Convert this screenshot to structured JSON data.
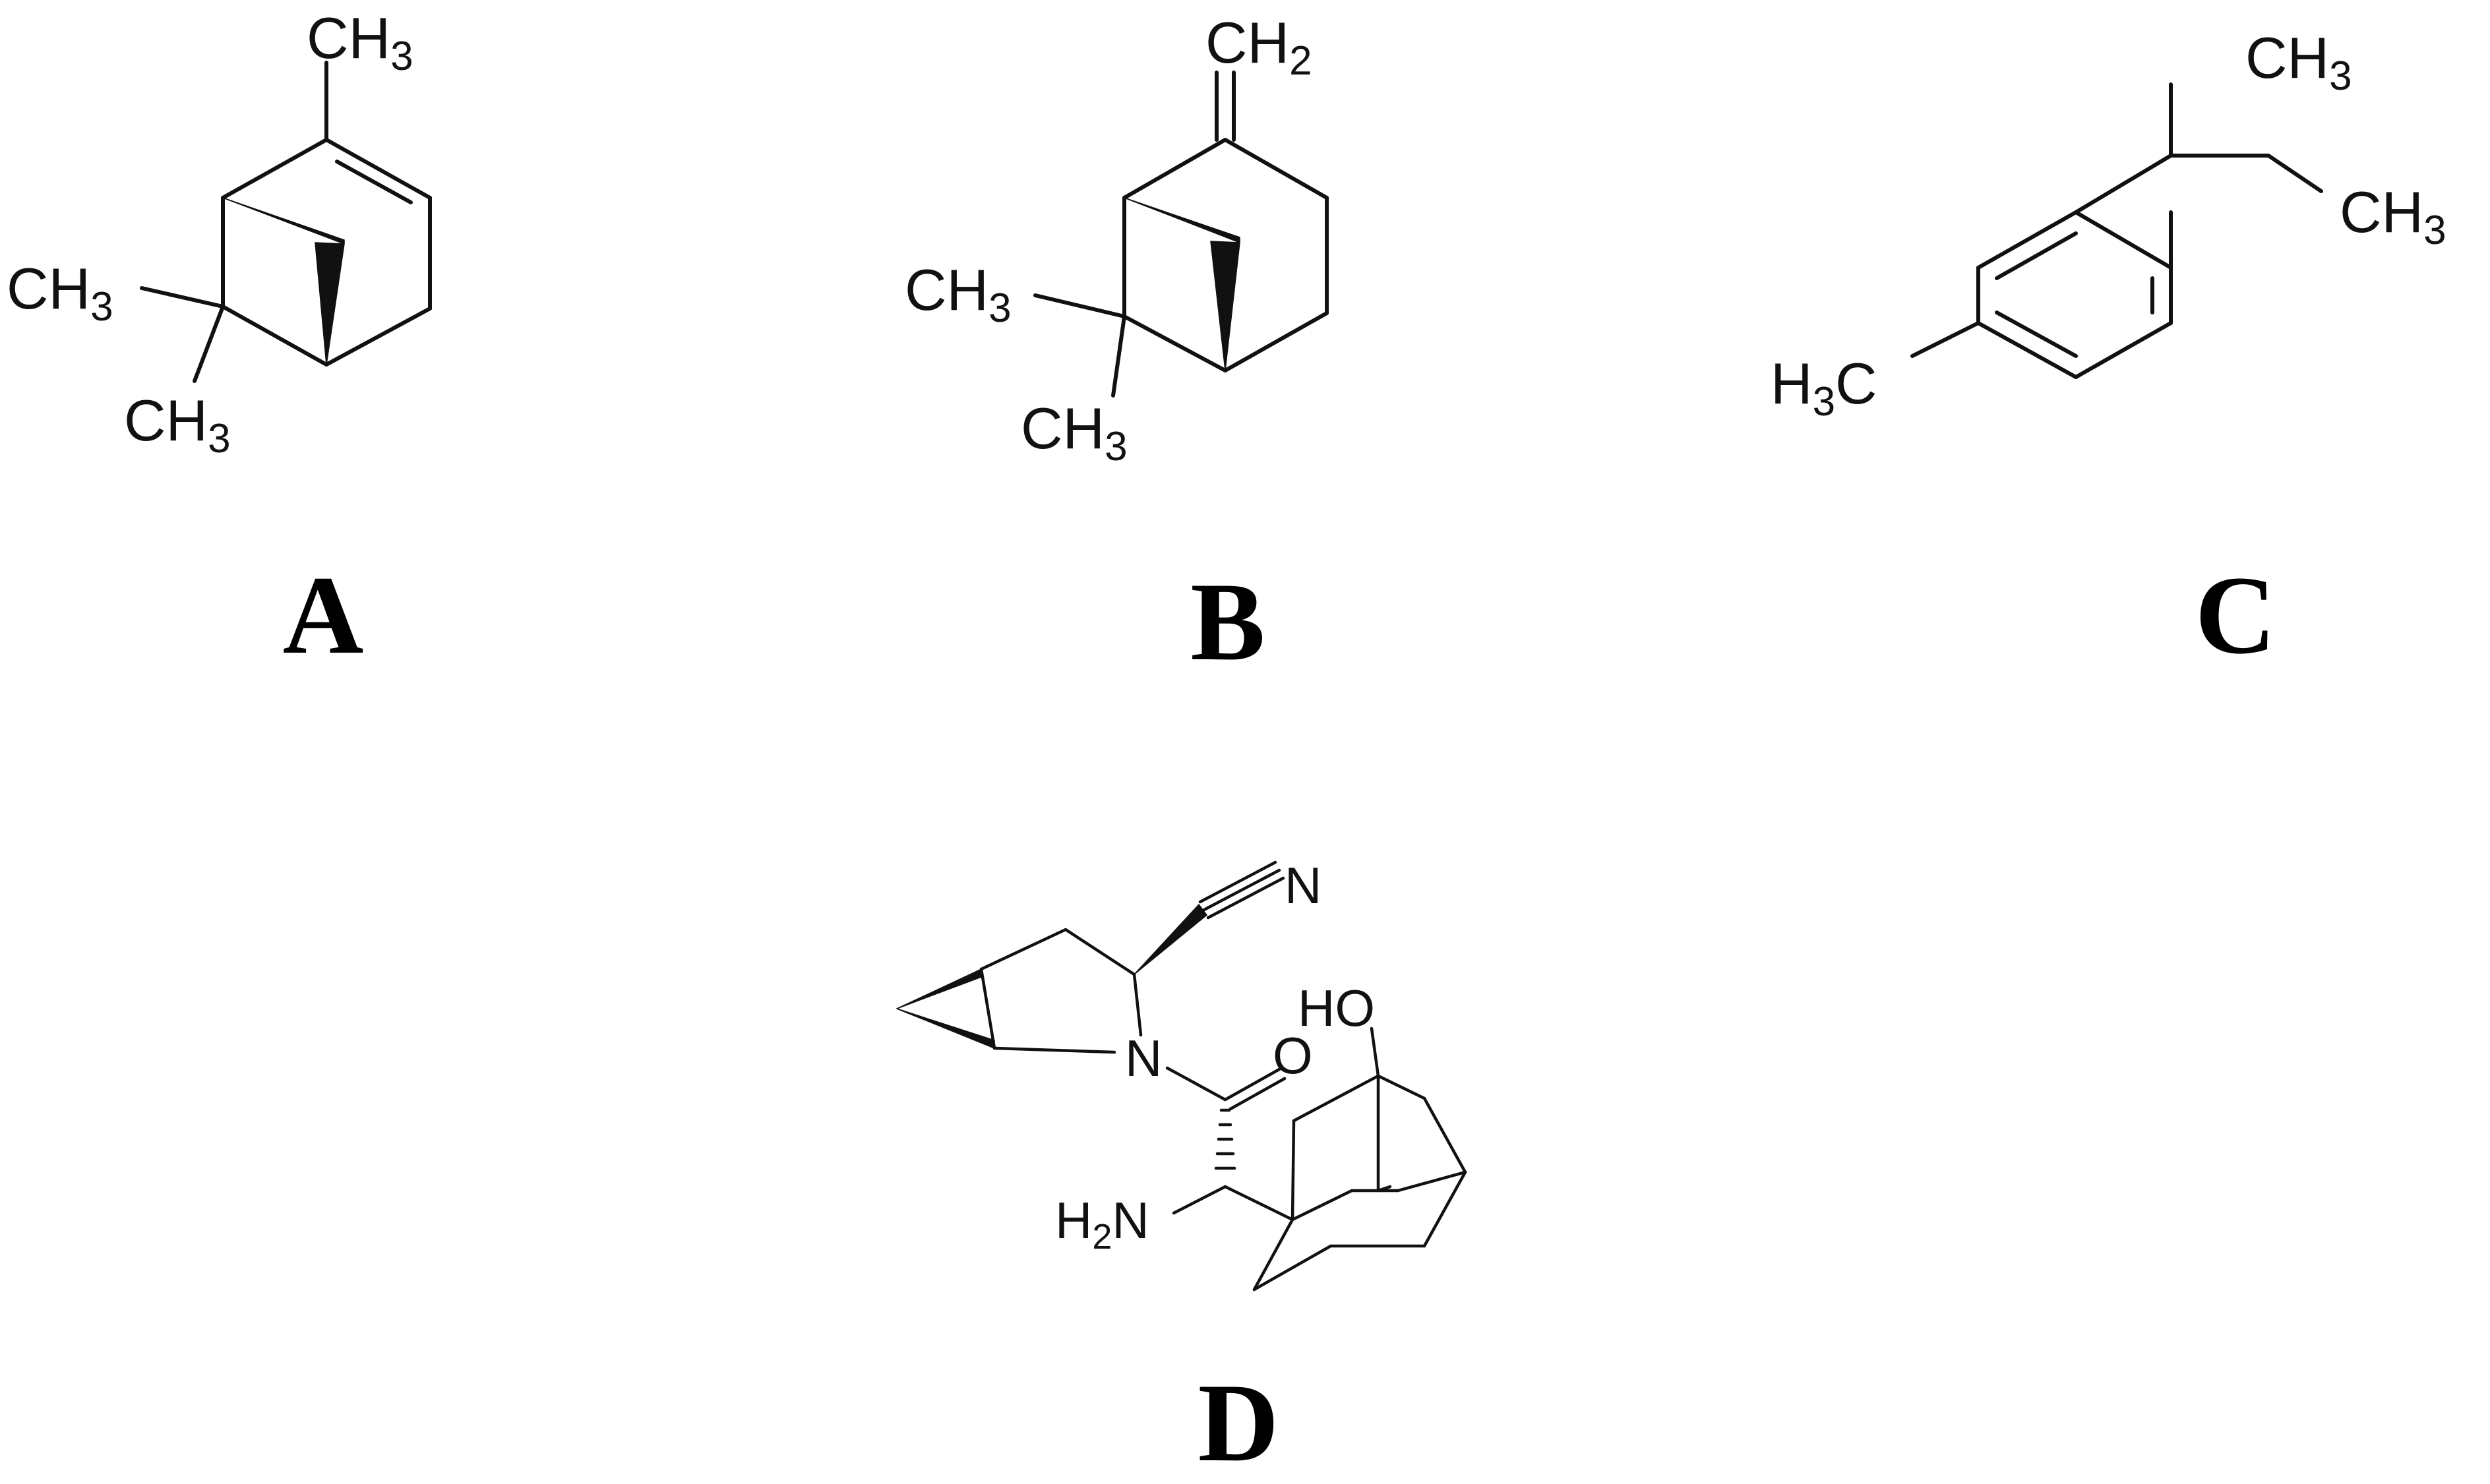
{
  "panels": {
    "A": {
      "label": "A",
      "atoms": {
        "methyl_top": {
          "main": "CH",
          "sub": "3"
        },
        "methyl_left": {
          "main": "CH",
          "sub": "3"
        },
        "methyl_bottom": {
          "main": "CH",
          "sub": "3"
        }
      }
    },
    "B": {
      "label": "B",
      "atoms": {
        "methylene_top": {
          "main": "CH",
          "sub": "2"
        },
        "methyl_left": {
          "main": "CH",
          "sub": "3"
        },
        "methyl_bottom": {
          "main": "CH",
          "sub": "3"
        }
      }
    },
    "C": {
      "label": "C",
      "atoms": {
        "methyl_top": {
          "main": "CH",
          "sub": "3"
        },
        "methyl_right": {
          "main": "CH",
          "sub": "3"
        },
        "methyl_left": {
          "pre": "H",
          "sub": "3",
          "post": "C"
        }
      }
    },
    "D": {
      "label": "D",
      "atoms": {
        "nitrile_n": "N",
        "ring_n": "N",
        "carbonyl_o": "O",
        "hydroxyl": "HO",
        "amine": {
          "pre": "H",
          "sub": "2",
          "post": "N"
        }
      }
    }
  }
}
